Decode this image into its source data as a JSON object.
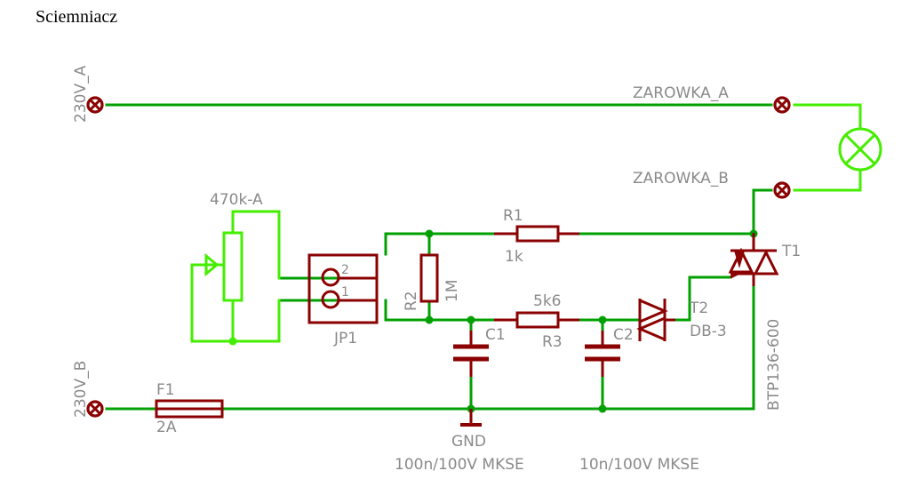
{
  "title": "Sciemniacz",
  "labels": {
    "v230_a": "230V_A",
    "v230_b": "230V_B",
    "zarowka_a": "ZAROWKA_A",
    "zarowka_b": "ZAROWKA_B",
    "pot": "470k-A",
    "r1_name": "R1",
    "r1_value": "1k",
    "r2_name": "R2",
    "r2_value": "1M",
    "r3_value": "5k6",
    "r3_name": "R3",
    "c1_name": "C1",
    "c2_name": "C2",
    "jp1_name": "JP1",
    "jp1_pin2": "2",
    "jp1_pin1": "1",
    "t1_name": "T1",
    "t1_value": "BTP136-600",
    "t2_name": "T2",
    "t2_value": "DB-3",
    "f1_name": "F1",
    "f1_value": "2A",
    "gnd": "GND",
    "c1_value": "100n/100V MKSE",
    "c2_value": "10n/100V MKSE"
  },
  "colors": {
    "wire": "#00a000",
    "wire_light": "#44ee00",
    "part": "#8b0000",
    "label": "#8a8a8a"
  }
}
